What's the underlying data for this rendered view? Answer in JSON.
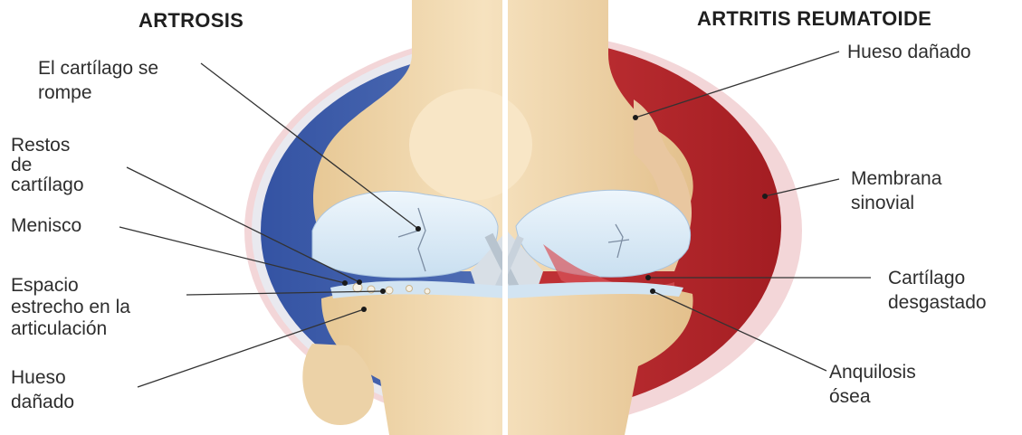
{
  "titles": {
    "left": "ARTROSIS",
    "right": "ARTRITIS REUMATOIDE"
  },
  "labels_left": {
    "cartilage_breaks": "El cartílago se\nrompe",
    "cartilage_debris": "Restos\nde\ncartílago",
    "meniscus": "Menisco",
    "narrow_space": "Espacio\nestrecho en la\narticulación",
    "damaged_bone": "Hueso\ndañado"
  },
  "labels_right": {
    "damaged_bone": "Hueso dañado",
    "synovial_membrane": "Membrana\nsinovial",
    "worn_cartilage": "Cartílago\ndesgastado",
    "bony_ankylosis": "Anquilosis\nósea"
  },
  "colors": {
    "osteoarthritis_capsule": "#3f5fae",
    "rheumatoid_capsule": "#c0282d",
    "bone": "#f1d9b0",
    "cartilage": "#dcebf7",
    "leader_lines": "#333333"
  }
}
